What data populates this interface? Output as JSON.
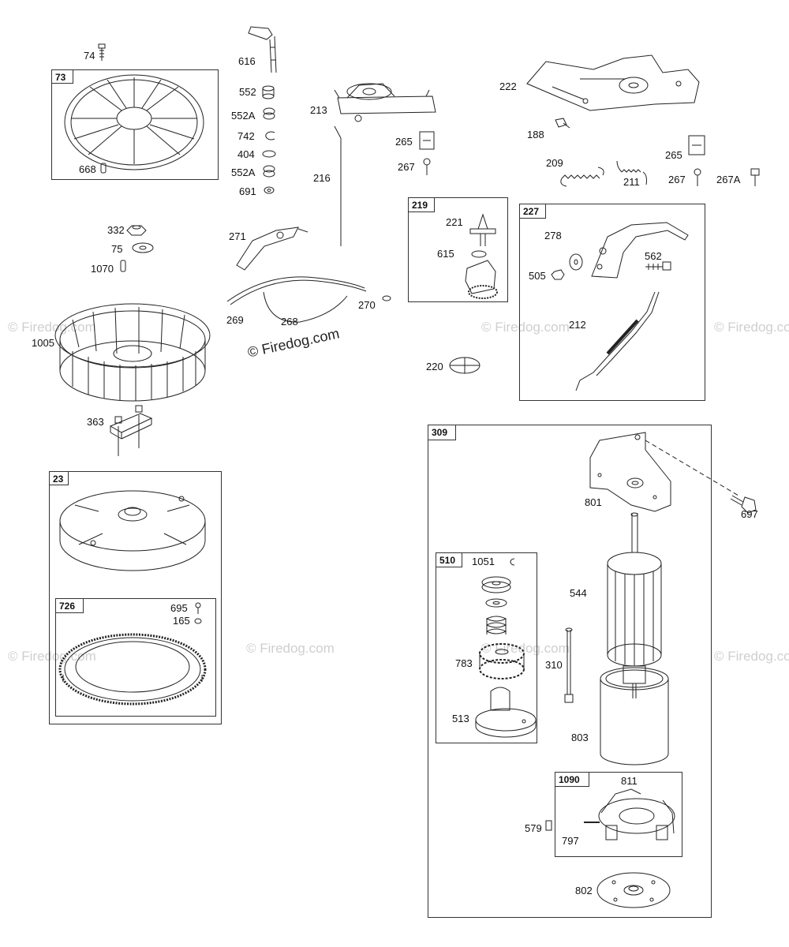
{
  "watermark": "© Firedog.com",
  "boxes": {
    "b73": "73",
    "b23": "23",
    "b726": "726",
    "b219": "219",
    "b227": "227",
    "b309": "309",
    "b510": "510",
    "b1090": "1090"
  },
  "parts": {
    "p74": "74",
    "p668": "668",
    "p332": "332",
    "p75": "75",
    "p1070": "1070",
    "p1005": "1005",
    "p363": "363",
    "p695": "695",
    "p165": "165",
    "p616": "616",
    "p552": "552",
    "p552A1": "552A",
    "p742": "742",
    "p404": "404",
    "p552A2": "552A",
    "p691": "691",
    "p271": "271",
    "p269": "269",
    "p268": "268",
    "p270": "270",
    "p213": "213",
    "p216": "216",
    "p265a": "265",
    "p267a": "267",
    "p221": "221",
    "p615": "615",
    "p220": "220",
    "p222": "222",
    "p188": "188",
    "p209": "209",
    "p211": "211",
    "p265b": "265",
    "p267b": "267",
    "p267A": "267A",
    "p278": "278",
    "p505": "505",
    "p562": "562",
    "p212": "212",
    "p801": "801",
    "p697": "697",
    "p544": "544",
    "p310": "310",
    "p803": "803",
    "p1051": "1051",
    "p783": "783",
    "p513": "513",
    "p811": "811",
    "p579": "579",
    "p797": "797",
    "p802": "802"
  }
}
